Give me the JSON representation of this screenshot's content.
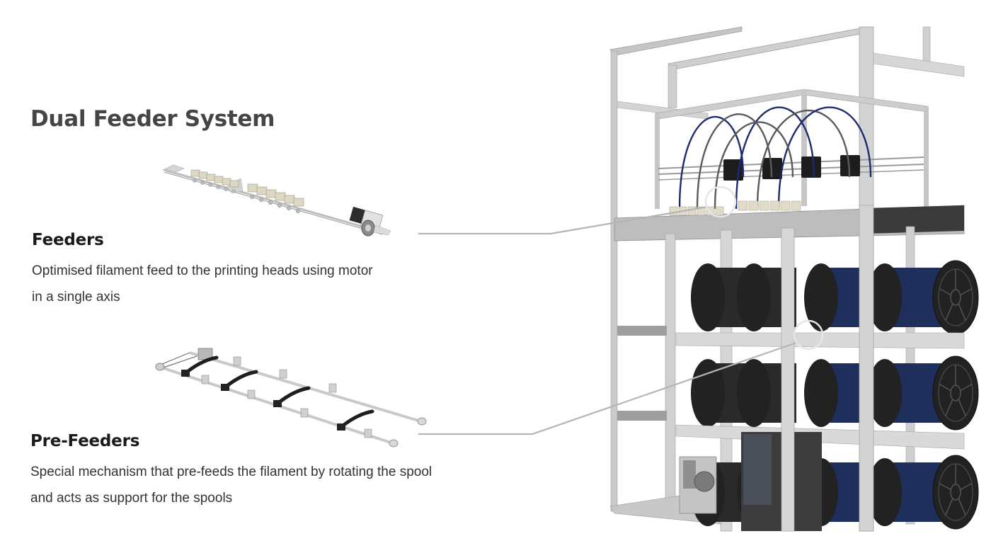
{
  "page": {
    "title": "Dual Feeder System"
  },
  "sections": [
    {
      "id": "feeders",
      "title": "Feeders",
      "description_lines": [
        "Optimised filament feed to the printing heads using motor",
        "in a single axis"
      ],
      "illustration": "feeder-rail-assembly"
    },
    {
      "id": "pre-feeders",
      "title": "Pre-Feeders",
      "description_lines": [
        "Special mechanism that pre-feeds the filament by rotating the spool",
        "and acts as support for the spools"
      ],
      "illustration": "pre-feeder-roller-assembly"
    }
  ],
  "machine": {
    "illustration": "multi-head-3d-printer-frame",
    "spool_rows": 3,
    "spools_per_row": 4,
    "print_heads": 4
  },
  "colors": {
    "title": "#454545",
    "heading": "#1a1a1a",
    "body_text": "#333333",
    "callout_line": "#b5b5b5",
    "frame": "#c8c8c8",
    "spool_blue": "#1d2f5a",
    "spool_black": "#222222",
    "tube_blue": "#1e2a6e"
  }
}
